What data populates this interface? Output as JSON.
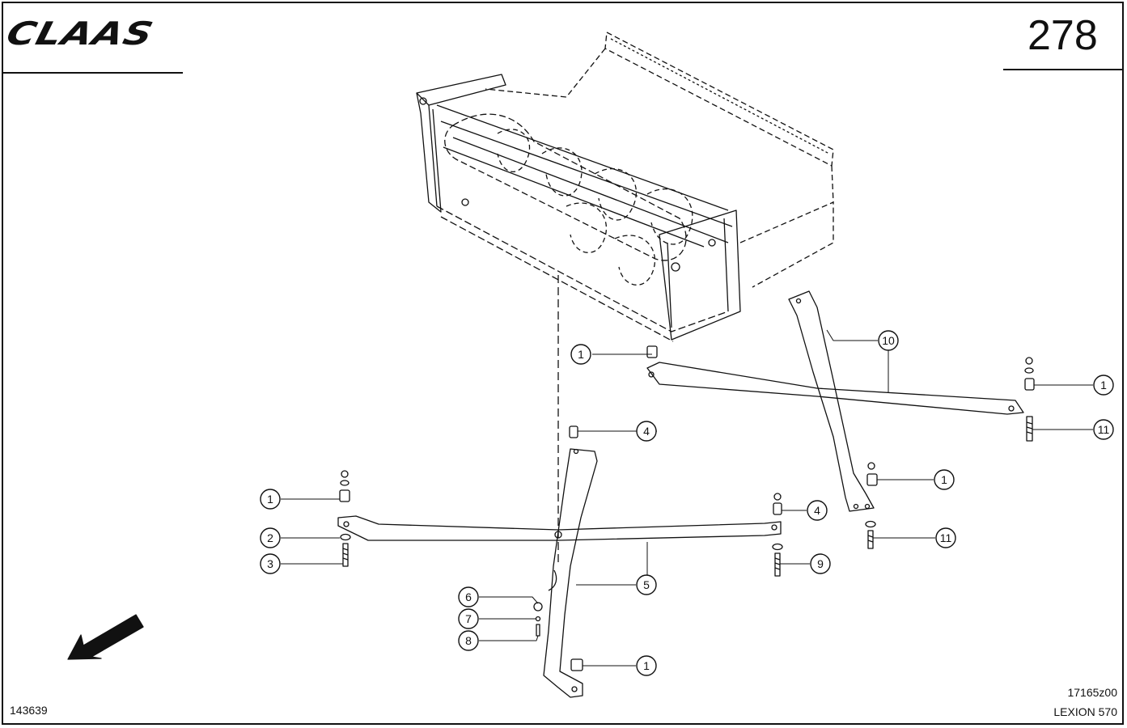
{
  "header": {
    "brand": "CLAAS",
    "page_number": "278"
  },
  "footer": {
    "drawing_number": "143639",
    "figure_code": "17165z00",
    "model": "LEXION 570"
  },
  "callouts": {
    "c1a": "1",
    "c1b": "1",
    "c1c": "1",
    "c1d": "1",
    "c1e": "1",
    "c2": "2",
    "c3": "3",
    "c4a": "4",
    "c4b": "4",
    "c5": "5",
    "c6": "6",
    "c7": "7",
    "c8": "8",
    "c9": "9",
    "c10": "10",
    "c11a": "11",
    "c11b": "11"
  },
  "colors": {
    "ink": "#111111",
    "paper": "#ffffff"
  }
}
